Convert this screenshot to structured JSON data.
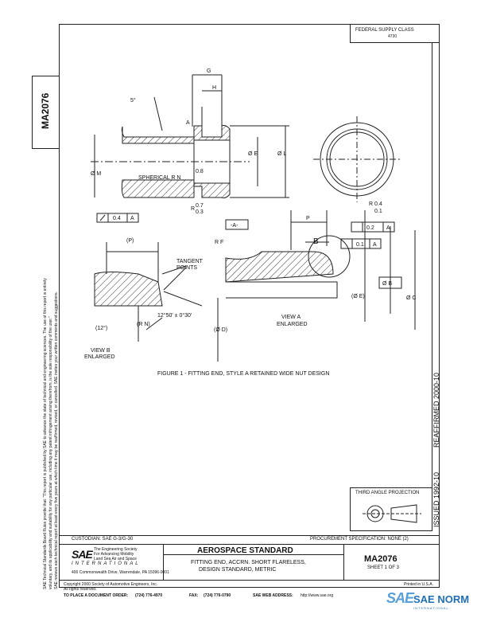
{
  "doc_number": "MA2076",
  "fsc": {
    "label": "FEDERAL SUPPLY CLASS",
    "value": "4730"
  },
  "left_notice": [
    "SAE Technical Standards Board Rules provide that: \"This report is published by SAE to advance the state of technical and engineering sciences. The use of this report is entirely",
    "voluntary, and its applicability and suitability for any particular use, including any patent infringement arising therefrom, is the sole responsibility of the user.\"",
    "SAE reviews each technical report at least every five years at which time it may be reaffirmed, revised, or cancelled. SAE invites your written comments and suggestions."
  ],
  "figure_caption": "FIGURE 1 - FITTING END, STYLE A RETAINED WIDE NUT DESIGN",
  "reaffirmed": "REAFFIRMED 2000-10",
  "issued": "ISSUED 1992-10",
  "projection_label": "THIRD ANGLE PROJECTION",
  "custodian": "CUSTODIAN: SAE G-3/G-30",
  "procurement": "PROCUREMENT SPECIFICATION: NONE (2)",
  "aerospace_standard": "AEROSPACE STANDARD",
  "title_line1": "FITTING END, ACCRN. SHORT FLARELESS,",
  "title_line2": "DESIGN STANDARD, METRIC",
  "sheet": "SHEET 1 OF 3",
  "sae": {
    "logo": "SAE",
    "intl": "INTERNATIONAL",
    "tagline1": "The Engineering Society",
    "tagline2": "For Advancing Mobility",
    "tagline3": "Land Sea Air and Space",
    "address": "400 Commonwealth Drive, Warrendale, PA 15096-0001"
  },
  "copyright": "Copyright 2000 Society of Automotive Engineers, Inc.",
  "rights": "All rights reserved.",
  "printed": "Printed in U.S.A.",
  "order_label": "TO PLACE A DOCUMENT ORDER:",
  "order_phone": "(724) 776-4970",
  "fax_label": "FAX:",
  "fax": "(724) 776-0790",
  "web_label": "SAE WEB ADDRESS:",
  "web": "http://www.sae.org",
  "watermark": {
    "logo": "SAE",
    "text": "SAE NORM",
    "sub": "INTERNATIONAL"
  },
  "drawing_labels": {
    "G": "G",
    "H": "H",
    "deg5": "5°",
    "A": "A",
    "phiE": "Ø E",
    "phiL": "Ø L",
    "phiM": "Ø M",
    "spherical": "SPHERICAL R N",
    "r08": "0.8",
    "r0": "R",
    "r07": "0.7",
    "r03": "0.3",
    "tol1": "0.4",
    "tolA": "A",
    "datumA": "-A-",
    "r04": "R 0.4",
    "r01": "0.1",
    "P": "P",
    "pP": "(P)",
    "RF": "R F",
    "B": "B",
    "tol2": "0.1",
    "tol2A": "A",
    "tol3": "0.2",
    "tol3A": "A",
    "tangent": "TANGENT",
    "points": "POINTS",
    "phiB": "Ø B",
    "pE": "(Ø E)",
    "phiC": "Ø C",
    "viewA": "VIEW A",
    "enl1": "ENLARGED",
    "angle": "12°50' ± 0°30'",
    "d12": "(12°)",
    "RN": "(R N)",
    "pD": "(Ø D)",
    "viewB": "VIEW B",
    "enl2": "ENLARGED"
  }
}
